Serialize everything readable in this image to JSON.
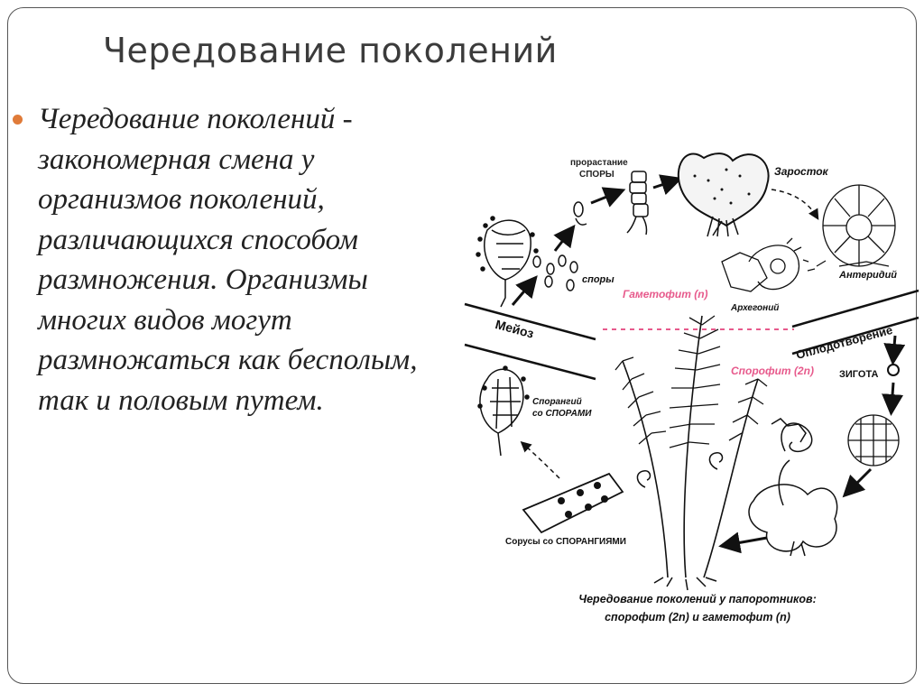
{
  "slide": {
    "title": "Чередование поколений",
    "bullet_lines": [
      "Чередование поколений -",
      "закономерная смена у",
      "организмов поколений,",
      "различающихся способом",
      "размножения. Организмы",
      "многих видов могут",
      "размножаться как бесполым,",
      "так и половым путем."
    ]
  },
  "diagram": {
    "labels": {
      "sprouting": "прорастание",
      "spores_top": "СПОРЫ",
      "spores": "споры",
      "prothallus": "Заросток",
      "antheridium": "Антеридий",
      "archegonium": "Архегоний",
      "gametophyte": "Гаметофит (n)",
      "sporophyte": "Спорофит (2n)",
      "meiosis": "Мейоз",
      "fertilization": "Оплодотворение",
      "zygote": "ЗИГОТА",
      "sporangium_line1": "Спорангий",
      "sporangium_line2": "со СПОРАМИ",
      "sori": "Сорусы со СПОРАНГИЯМИ"
    },
    "caption_lines": [
      "Чередование поколений у папоротников:",
      "спорофит (2n)   и гаметофит (n)"
    ],
    "colors": {
      "gametophyte_label": "#e75a8c",
      "divider": "#e75a8c"
    }
  }
}
